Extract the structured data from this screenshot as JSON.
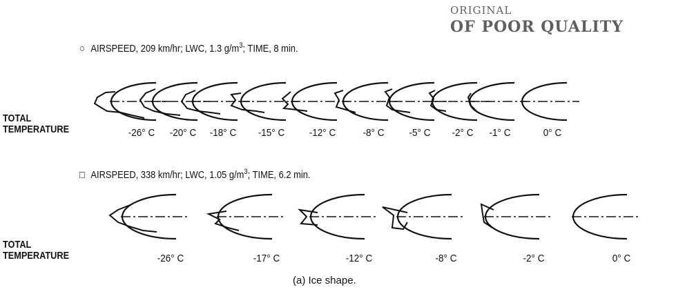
{
  "stamp": {
    "line1": "ORIGINAL",
    "line2": "OF POOR QUALITY"
  },
  "rows": [
    {
      "legend": {
        "symbol": "○",
        "text": "AIRSPEED, 209 km/hr; LWC, 1.3 g/m",
        "exp": "3",
        "suffix": "; TIME, 8 min."
      },
      "label_line1": "TOTAL",
      "label_line2": "TEMPERATURE",
      "temps": [
        "-26° C",
        "-20° C",
        "-18° C",
        "-15° C",
        "-12° C",
        "-8° C",
        "-5° C",
        "-2° C",
        "-1° C",
        "0° C"
      ]
    },
    {
      "legend": {
        "symbol": "□",
        "text": "AIRSPEED, 338 km/hr; LWC, 1.05 g/m",
        "exp": "3",
        "suffix": "; TIME, 6.2 min."
      },
      "label_line1": "TOTAL",
      "label_line2": "TEMPERATURE",
      "temps": [
        "-26° C",
        "-17° C",
        "-12° C",
        "-8° C",
        "-2° C",
        "0° C"
      ]
    }
  ],
  "caption": "(a) Ice shape."
}
